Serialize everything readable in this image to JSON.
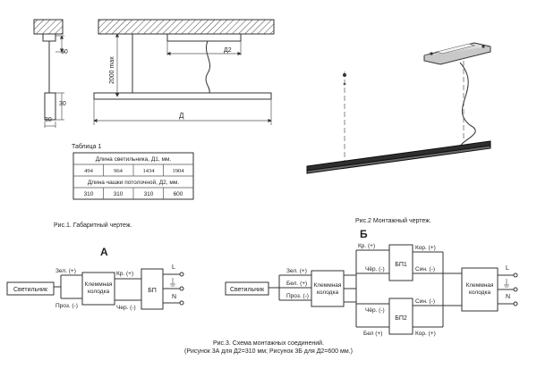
{
  "dims": {
    "d60": "60",
    "d30_side": "30",
    "d30_bottom": "30",
    "d2000": "2000 max",
    "d2": "Д2",
    "d": "Д"
  },
  "table": {
    "caption": "Таблица 1",
    "header1": "Длина светильника, Д1, мм.",
    "row1": [
      "494",
      "964",
      "1434",
      "1904"
    ],
    "header2": "Длина чашки потолочной, Д2, мм.",
    "row2": [
      "310",
      "310",
      "310",
      "600"
    ]
  },
  "captions": {
    "fig1": "Рис.1. Габаритный чертеж.",
    "fig2": "Рис.2 Монтажный чертеж.",
    "fig3_line1": "Рис.3. Схема монтажных соединений.",
    "fig3_line2": "(Рисунок 3А для Д2=310 мм; Рисунок 3Б для Д2=600 мм.)"
  },
  "schemeA": {
    "title": "А",
    "lamp": "Светильник",
    "wire_top": "Зел. (+)",
    "wire_bottom": "Проз. (-)",
    "terminal_line1": "Клеммная",
    "terminal_line2": "колодка",
    "out_top": "Кр. (+)",
    "out_bottom": "Чер. (-)",
    "psu": "БП",
    "L": "L",
    "N": "N"
  },
  "schemeB": {
    "title": "Б",
    "lamp": "Светильник",
    "wire_top": "Зел. (+)",
    "wire_mid": "Бел. (+)",
    "wire_bottom": "Проз. (-)",
    "terminal_line1": "Клеммная",
    "terminal_line2": "колодка",
    "psu1": "БП1",
    "psu2": "БП2",
    "p1_in_top": "Кр. (+)",
    "p1_in_bottom": "Чёр. (-)",
    "p1_out_top": "Кор. (+)",
    "p1_out_bottom": "Син. (-)",
    "p2_in_top": "Чёр. (-)",
    "p2_in_bottom": "Бел (+)",
    "p2_out_top": "Син. (-)",
    "p2_out_bottom": "Кор. (+)",
    "terminal2_line1": "Клеммная",
    "terminal2_line2": "колодка",
    "L": "L",
    "N": "N"
  }
}
